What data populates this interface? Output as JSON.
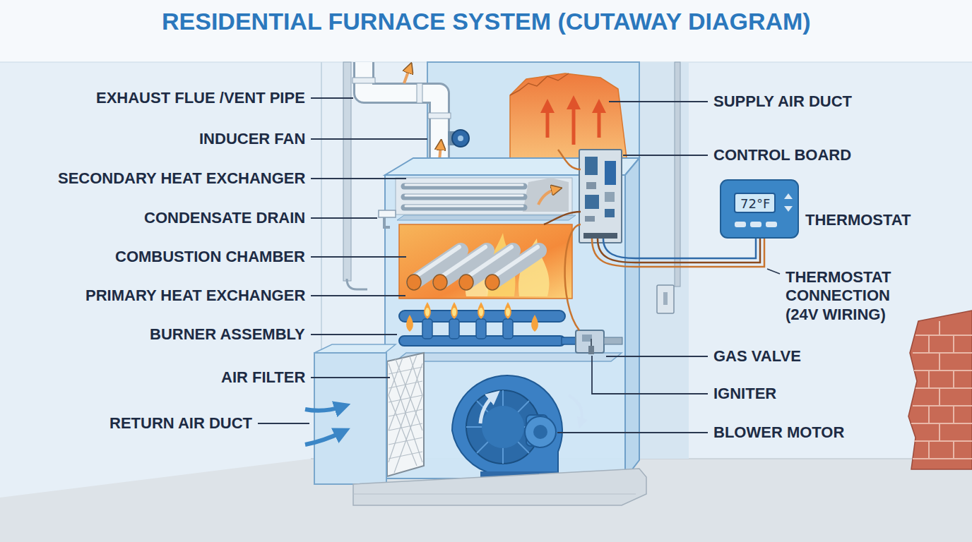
{
  "diagram": {
    "title": "RESIDENTIAL FURNACE SYSTEM (CUTAWAY DIAGRAM)",
    "nodes": [
      {
        "text": [
          "72°F"
        ]
      }
    ],
    "labels": [
      "EXHAUST FLUE /VENT PIPE",
      "INDUCER FAN",
      "SECONDARY HEAT EXCHANGER",
      "CONDENSATE DRAIN",
      "COMBUSTION CHAMBER",
      "PRIMARY HEAT EXCHANGER",
      "BURNER ASSEMBLY",
      "AIR FILTER",
      "RETURN AIR DUCT",
      "SUPPLY AIR DUCT",
      "CONTROL BOARD",
      "THERMOSTAT",
      "THERMOSTAT CONNECTION (24V WIRING)",
      "GAS VALVE",
      "IGNITER",
      "BLOWER MOTOR"
    ]
  }
}
